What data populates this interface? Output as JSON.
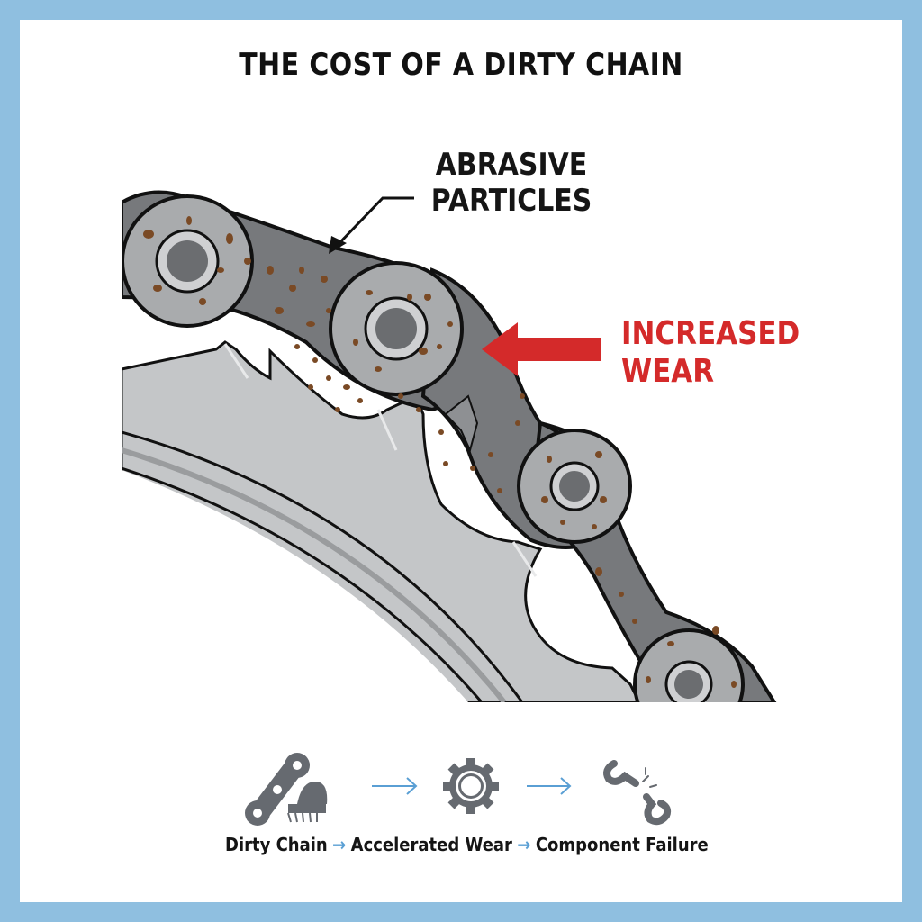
{
  "title": "THE COST OF A DIRTY CHAIN",
  "callouts": {
    "abrasive": {
      "line1": "ABRASIVE",
      "line2": "PARTICLES"
    },
    "wear": {
      "line1": "INCREASED",
      "line2": "WEAR",
      "color": "#d42a2a"
    }
  },
  "flow": {
    "steps": [
      {
        "label": "Dirty Chain",
        "icon": "chain-link-and-brush-icon"
      },
      {
        "label": "Accelerated Wear",
        "icon": "gear-icon"
      },
      {
        "label": "Component Failure",
        "icon": "broken-chain-icon"
      }
    ],
    "arrow": "→"
  },
  "colors": {
    "frame": "#8fbfe0",
    "accent_red": "#d42a2a",
    "arrow_blue": "#5a9fd4",
    "icon_gray": "#666a70",
    "debris": "#7a4a25"
  }
}
